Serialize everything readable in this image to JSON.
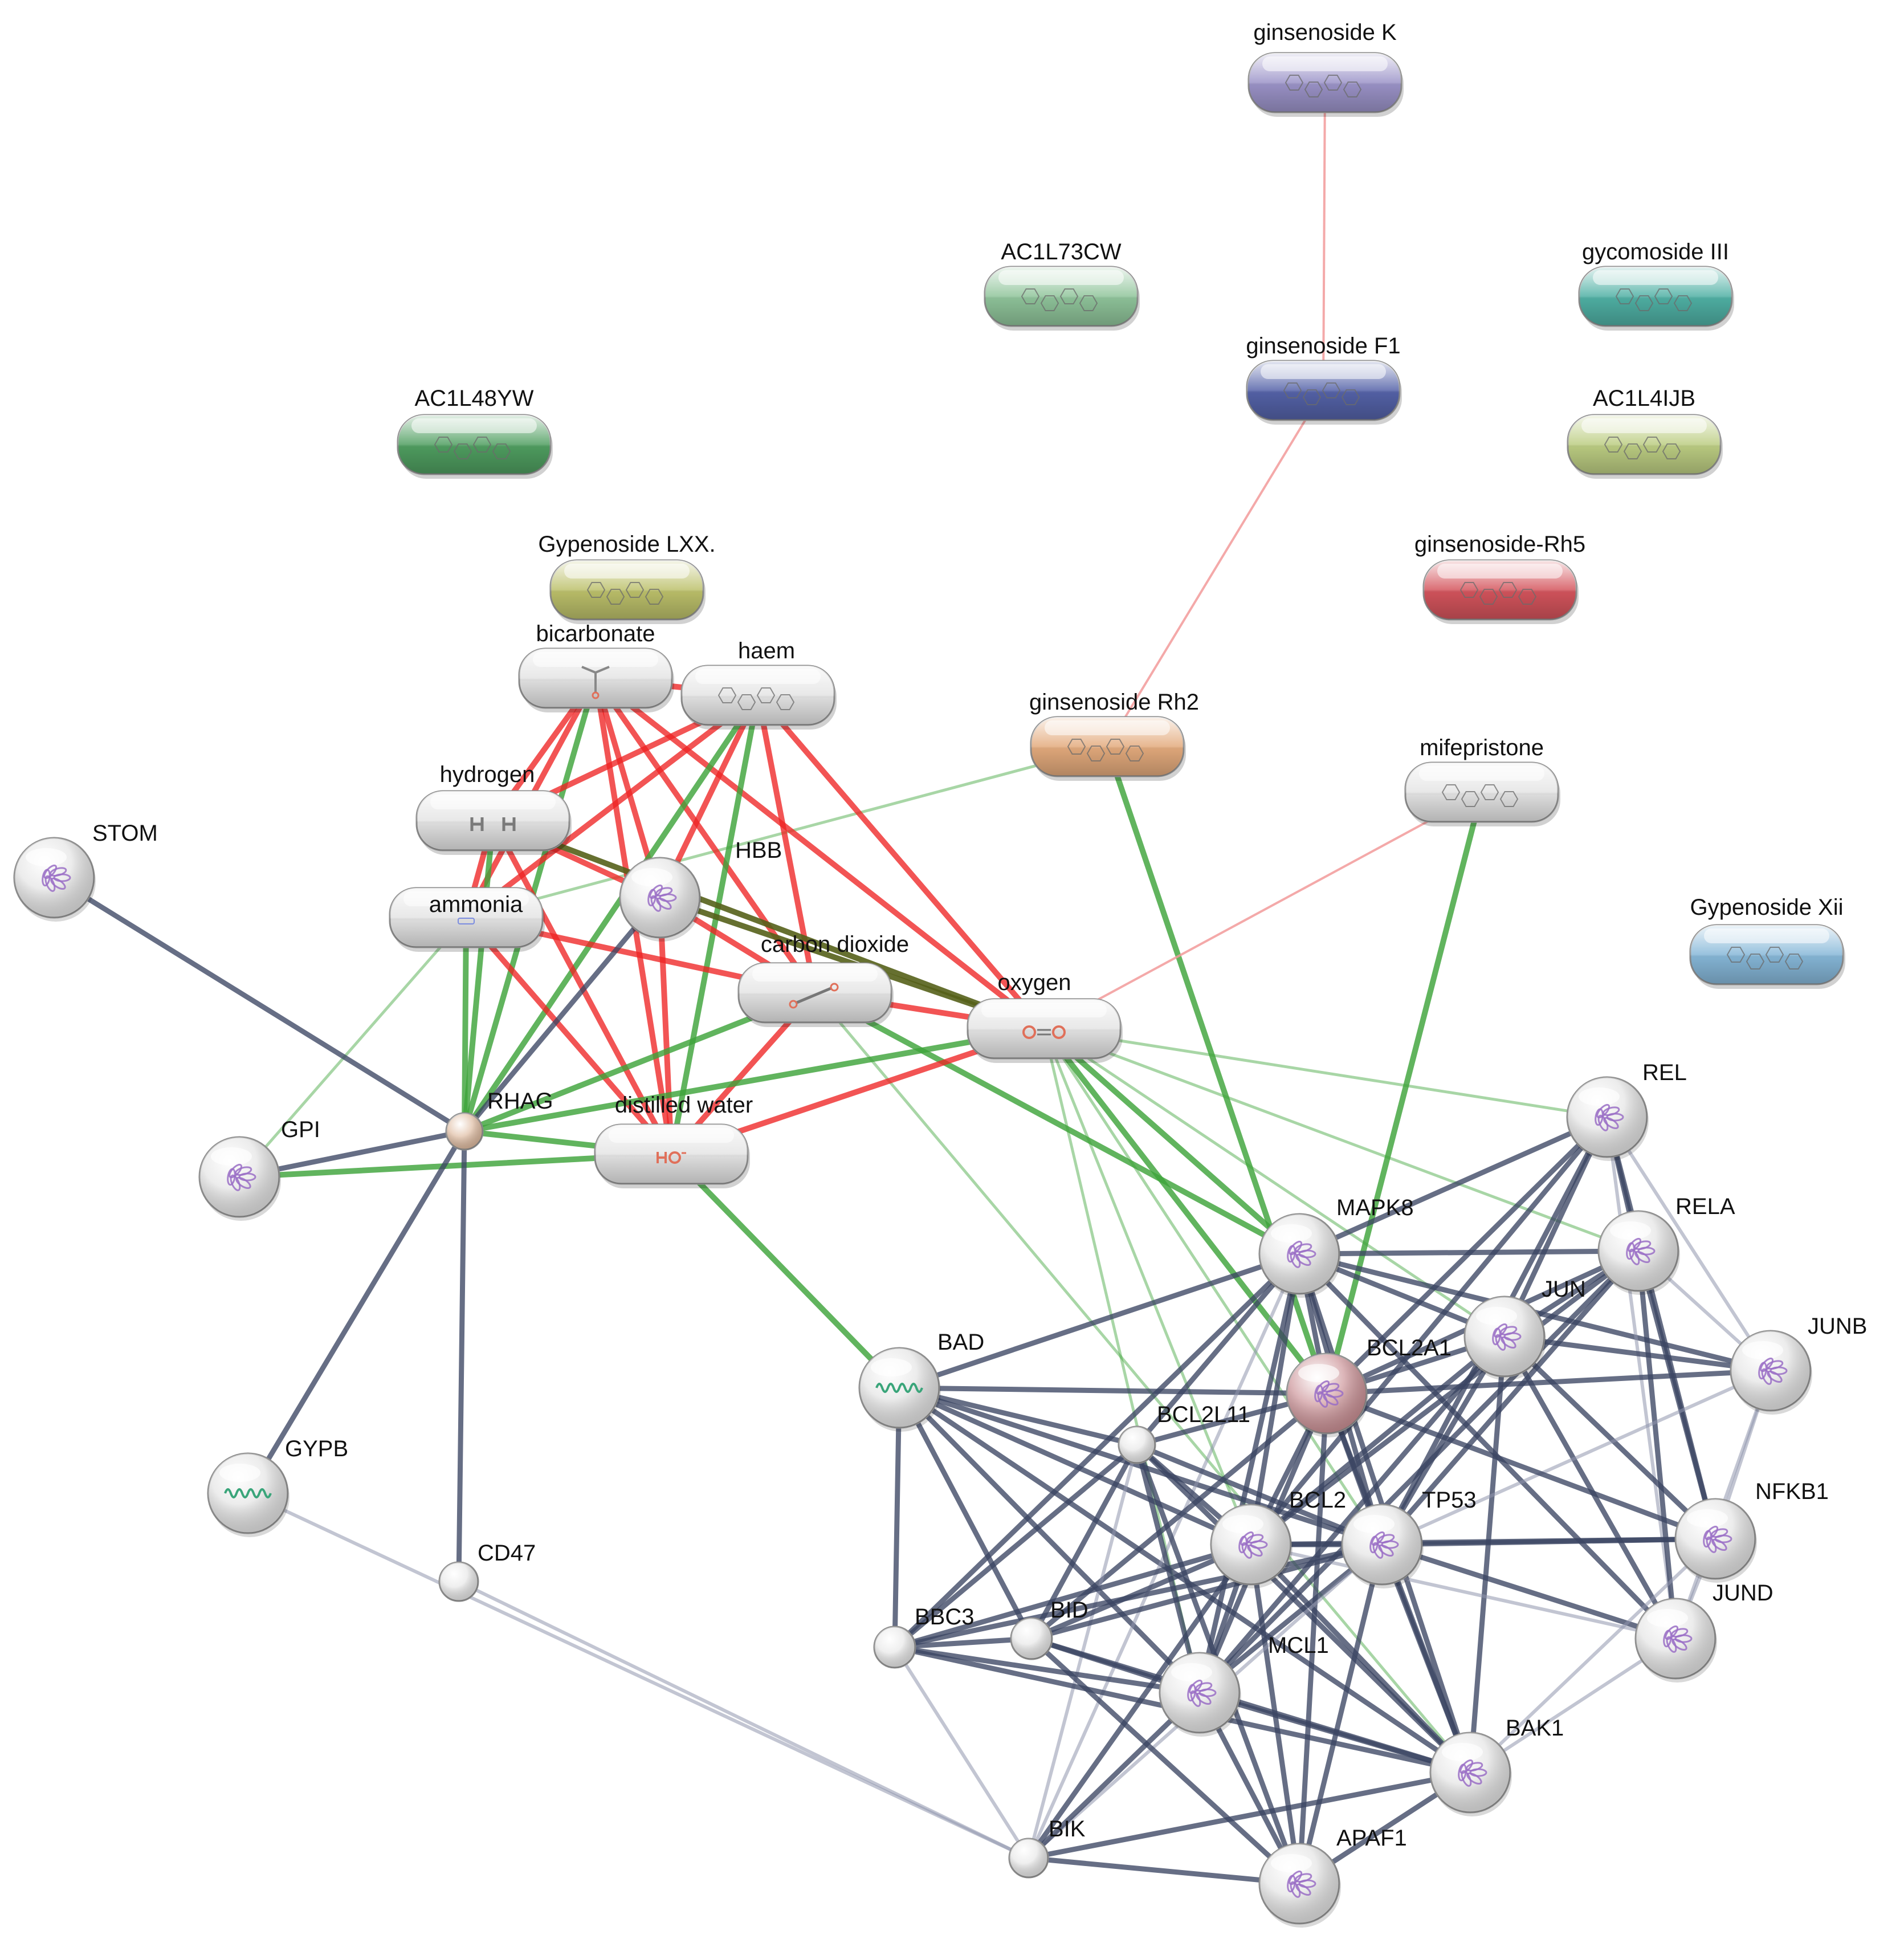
{
  "title": "",
  "colors": {
    "edge_protein": "#3b4563",
    "edge_protein_light": "#8f96ad",
    "edge_chem_green": "#3ea33a",
    "edge_chem_red": "#ee2424",
    "edge_chem_pink": "#f29a9a",
    "edge_olive": "#55601a"
  },
  "nodes": [
    {
      "id": "ginsenoside_k",
      "label": "ginsenoside K",
      "shape": "pill",
      "color": "#9b93c8",
      "icon": "chemical-structure-icon"
    },
    {
      "id": "ac1l73cw",
      "label": "AC1L73CW",
      "shape": "pill",
      "color": "#8fc49a",
      "icon": "chemical-structure-icon"
    },
    {
      "id": "gycomoside_iii",
      "label": "gycomoside III",
      "shape": "pill",
      "color": "#4fb0a4",
      "icon": "chemical-structure-icon"
    },
    {
      "id": "ginsenoside_f1",
      "label": "ginsenoside F1",
      "shape": "pill",
      "color": "#5462a8",
      "icon": "chemical-structure-icon"
    },
    {
      "id": "ac1l48yw",
      "label": "AC1L48YW",
      "shape": "pill",
      "color": "#4f9e60",
      "icon": "chemical-structure-icon"
    },
    {
      "id": "ac1l4ijb",
      "label": "AC1L4IJB",
      "shape": "pill",
      "color": "#bccd82",
      "icon": "chemical-structure-icon"
    },
    {
      "id": "gypenoside_lxx",
      "label": "Gypenoside LXX.",
      "shape": "pill",
      "color": "#bcc06a",
      "icon": "chemical-structure-icon"
    },
    {
      "id": "ginsenoside_rh5",
      "label": "ginsenoside-Rh5",
      "shape": "pill",
      "color": "#d4545c",
      "icon": "chemical-structure-icon"
    },
    {
      "id": "bicarbonate",
      "label": "bicarbonate",
      "shape": "pill",
      "color": "#e4e4e4",
      "icon": "bicarbonate-structure-icon"
    },
    {
      "id": "haem",
      "label": "haem",
      "shape": "pill",
      "color": "#e4e4e4",
      "icon": "chemical-structure-icon"
    },
    {
      "id": "ginsenoside_rh2",
      "label": "ginsenoside Rh2",
      "shape": "pill",
      "color": "#e3aa7c",
      "icon": "chemical-structure-icon"
    },
    {
      "id": "mifepristone",
      "label": "mifepristone",
      "shape": "pill",
      "color": "#e4e4e4",
      "icon": "chemical-structure-icon"
    },
    {
      "id": "hydrogen",
      "label": "hydrogen",
      "shape": "pill",
      "color": "#e4e4e4",
      "icon": "hydrogen-structure-icon"
    },
    {
      "id": "stom",
      "label": "STOM",
      "shape": "sphere",
      "color": "#e2e2e2",
      "icon": "protein-structure-icon"
    },
    {
      "id": "hbb",
      "label": "HBB",
      "shape": "sphere",
      "color": "#e2e2e2",
      "icon": "protein-structure-icon"
    },
    {
      "id": "ammonia",
      "label": "ammonia",
      "shape": "pill",
      "color": "#e4e4e4",
      "icon": "ammonia-structure-icon"
    },
    {
      "id": "carbon_dioxide",
      "label": "carbon dioxide",
      "shape": "pill",
      "color": "#e4e4e4",
      "icon": "co2-structure-icon"
    },
    {
      "id": "gypenoside_xii",
      "label": "Gypenoside Xii",
      "shape": "pill",
      "color": "#86b7d8",
      "icon": "chemical-structure-icon"
    },
    {
      "id": "oxygen",
      "label": "oxygen",
      "shape": "pill",
      "color": "#e4e4e4",
      "icon": "o2-structure-icon"
    },
    {
      "id": "rhag",
      "label": "RHAG",
      "shape": "small",
      "color": "#ddb89c",
      "icon": ""
    },
    {
      "id": "distilled_water",
      "label": "distilled water",
      "shape": "pill",
      "color": "#e4e4e4",
      "icon": "water-structure-icon"
    },
    {
      "id": "gpi",
      "label": "GPI",
      "shape": "sphere",
      "color": "#e2e2e2",
      "icon": "protein-structure-icon"
    },
    {
      "id": "rel",
      "label": "REL",
      "shape": "sphere",
      "color": "#e2e2e2",
      "icon": "protein-structure-icon"
    },
    {
      "id": "mapk8",
      "label": "MAPK8",
      "shape": "sphere",
      "color": "#e2e2e2",
      "icon": "protein-structure-icon"
    },
    {
      "id": "rela",
      "label": "RELA",
      "shape": "sphere",
      "color": "#e2e2e2",
      "icon": "protein-structure-icon"
    },
    {
      "id": "jun",
      "label": "JUN",
      "shape": "sphere",
      "color": "#e2e2e2",
      "icon": "protein-structure-icon"
    },
    {
      "id": "junb",
      "label": "JUNB",
      "shape": "sphere",
      "color": "#e2e2e2",
      "icon": "protein-structure-icon"
    },
    {
      "id": "bad",
      "label": "BAD",
      "shape": "sphere",
      "color": "#e2e2e2",
      "icon": "helix-structure-icon"
    },
    {
      "id": "bcl2a1",
      "label": "BCL2A1",
      "shape": "sphere",
      "color": "#c98d92",
      "icon": "protein-structure-icon"
    },
    {
      "id": "bcl2l11",
      "label": "BCL2L11",
      "shape": "small",
      "color": "#e6e6e6",
      "icon": ""
    },
    {
      "id": "gypb",
      "label": "GYPB",
      "shape": "sphere",
      "color": "#e2e2e2",
      "icon": "helix-structure-icon"
    },
    {
      "id": "nfkb1",
      "label": "NFKB1",
      "shape": "sphere",
      "color": "#e2e2e2",
      "icon": "protein-structure-icon"
    },
    {
      "id": "bcl2",
      "label": "BCL2",
      "shape": "sphere",
      "color": "#e2e2e2",
      "icon": "protein-structure-icon"
    },
    {
      "id": "tp53",
      "label": "TP53",
      "shape": "sphere",
      "color": "#e2e2e2",
      "icon": "protein-structure-icon"
    },
    {
      "id": "cd47",
      "label": "CD47",
      "shape": "small",
      "color": "#e6e6e6",
      "icon": ""
    },
    {
      "id": "jund",
      "label": "JUND",
      "shape": "sphere",
      "color": "#e2e2e2",
      "icon": "protein-structure-icon"
    },
    {
      "id": "bbc3",
      "label": "BBC3",
      "shape": "small",
      "color": "#e6e6e6",
      "icon": ""
    },
    {
      "id": "bid",
      "label": "BID",
      "shape": "small",
      "color": "#e6e6e6",
      "icon": ""
    },
    {
      "id": "mcl1",
      "label": "MCL1",
      "shape": "sphere",
      "color": "#e2e2e2",
      "icon": "protein-structure-icon"
    },
    {
      "id": "bak1",
      "label": "BAK1",
      "shape": "sphere",
      "color": "#e2e2e2",
      "icon": "protein-structure-icon"
    },
    {
      "id": "bik",
      "label": "BIK",
      "shape": "small",
      "color": "#e6e6e6",
      "icon": ""
    },
    {
      "id": "apaf1",
      "label": "APAF1",
      "shape": "sphere",
      "color": "#e2e2e2",
      "icon": "protein-structure-icon"
    }
  ],
  "edges": [
    [
      "ginsenoside_k",
      "ginsenoside_f1",
      "chem_pink"
    ],
    [
      "ginsenoside_f1",
      "ginsenoside_rh2",
      "chem_pink"
    ],
    [
      "ginsenoside_rh2",
      "ammonia",
      "chem_green_light"
    ],
    [
      "ginsenoside_rh2",
      "bcl2a1",
      "chem_green"
    ],
    [
      "mifepristone",
      "oxygen",
      "chem_pink"
    ],
    [
      "mifepristone",
      "bcl2a1",
      "chem_green"
    ],
    [
      "bicarbonate",
      "haem",
      "chem_red"
    ],
    [
      "bicarbonate",
      "hydrogen",
      "chem_red"
    ],
    [
      "bicarbonate",
      "ammonia",
      "chem_red"
    ],
    [
      "bicarbonate",
      "hbb",
      "chem_red"
    ],
    [
      "bicarbonate",
      "carbon_dioxide",
      "chem_red"
    ],
    [
      "bicarbonate",
      "distilled_water",
      "chem_red"
    ],
    [
      "bicarbonate",
      "oxygen",
      "chem_red"
    ],
    [
      "bicarbonate",
      "rhag",
      "chem_green"
    ],
    [
      "haem",
      "hydrogen",
      "chem_red"
    ],
    [
      "haem",
      "ammonia",
      "chem_red"
    ],
    [
      "haem",
      "hbb",
      "chem_red"
    ],
    [
      "haem",
      "carbon_dioxide",
      "chem_red"
    ],
    [
      "haem",
      "distilled_water",
      "chem_green"
    ],
    [
      "haem",
      "oxygen",
      "chem_red"
    ],
    [
      "haem",
      "rhag",
      "chem_green"
    ],
    [
      "hydrogen",
      "ammonia",
      "chem_red"
    ],
    [
      "hydrogen",
      "hbb",
      "chem_red"
    ],
    [
      "hydrogen",
      "oxygen",
      "olive"
    ],
    [
      "hydrogen",
      "distilled_water",
      "chem_red"
    ],
    [
      "hydrogen",
      "rhag",
      "chem_green"
    ],
    [
      "ammonia",
      "carbon_dioxide",
      "chem_red"
    ],
    [
      "ammonia",
      "rhag",
      "chem_green"
    ],
    [
      "ammonia",
      "distilled_water",
      "chem_red"
    ],
    [
      "ammonia",
      "gpi",
      "chem_green_light"
    ],
    [
      "hbb",
      "rhag",
      "protein"
    ],
    [
      "hbb",
      "carbon_dioxide",
      "chem_red"
    ],
    [
      "hbb",
      "oxygen",
      "olive"
    ],
    [
      "hbb",
      "distilled_water",
      "chem_red"
    ],
    [
      "carbon_dioxide",
      "oxygen",
      "chem_red"
    ],
    [
      "carbon_dioxide",
      "distilled_water",
      "chem_red"
    ],
    [
      "carbon_dioxide",
      "rhag",
      "chem_green"
    ],
    [
      "carbon_dioxide",
      "mapk8",
      "chem_green"
    ],
    [
      "carbon_dioxide",
      "bak1",
      "chem_green_light"
    ],
    [
      "oxygen",
      "distilled_water",
      "chem_red"
    ],
    [
      "oxygen",
      "rhag",
      "chem_green"
    ],
    [
      "oxygen",
      "mapk8",
      "chem_green"
    ],
    [
      "oxygen",
      "bcl2a1",
      "chem_green"
    ],
    [
      "oxygen",
      "bcl2",
      "chem_green_light"
    ],
    [
      "oxygen",
      "tp53",
      "chem_green_light"
    ],
    [
      "oxygen",
      "rel",
      "chem_green_light"
    ],
    [
      "oxygen",
      "rela",
      "chem_green_light"
    ],
    [
      "oxygen",
      "jun",
      "chem_green_light"
    ],
    [
      "oxygen",
      "mcl1",
      "chem_green_light"
    ],
    [
      "distilled_water",
      "rhag",
      "chem_green"
    ],
    [
      "distilled_water",
      "gpi",
      "chem_green"
    ],
    [
      "distilled_water",
      "bad",
      "chem_green"
    ],
    [
      "stom",
      "rhag",
      "protein"
    ],
    [
      "gpi",
      "rhag",
      "protein"
    ],
    [
      "rhag",
      "gypb",
      "protein"
    ],
    [
      "rhag",
      "cd47",
      "protein"
    ],
    [
      "gypb",
      "bik",
      "protein_light"
    ],
    [
      "cd47",
      "bik",
      "protein_light"
    ],
    [
      "bad",
      "mapk8",
      "protein"
    ],
    [
      "bad",
      "bcl2a1",
      "protein"
    ],
    [
      "bad",
      "bcl2l11",
      "protein"
    ],
    [
      "bad",
      "bcl2",
      "protein"
    ],
    [
      "bad",
      "tp53",
      "protein"
    ],
    [
      "bad",
      "bbc3",
      "protein"
    ],
    [
      "bad",
      "bid",
      "protein"
    ],
    [
      "bad",
      "mcl1",
      "protein"
    ],
    [
      "bad",
      "bak1",
      "protein"
    ],
    [
      "mapk8",
      "rel",
      "protein"
    ],
    [
      "mapk8",
      "rela",
      "protein"
    ],
    [
      "mapk8",
      "jun",
      "protein"
    ],
    [
      "mapk8",
      "junb",
      "protein"
    ],
    [
      "mapk8",
      "bcl2a1",
      "protein"
    ],
    [
      "mapk8",
      "bcl2l11",
      "protein"
    ],
    [
      "mapk8",
      "bcl2",
      "protein"
    ],
    [
      "mapk8",
      "tp53",
      "protein"
    ],
    [
      "mapk8",
      "mcl1",
      "protein"
    ],
    [
      "mapk8",
      "bbc3",
      "protein"
    ],
    [
      "mapk8",
      "jund",
      "protein"
    ],
    [
      "mapk8",
      "bak1",
      "protein"
    ],
    [
      "mapk8",
      "bik",
      "protein_light"
    ],
    [
      "rel",
      "rela",
      "protein"
    ],
    [
      "rel",
      "jun",
      "protein"
    ],
    [
      "rel",
      "bcl2a1",
      "protein"
    ],
    [
      "rel",
      "bcl2",
      "protein"
    ],
    [
      "rel",
      "tp53",
      "protein"
    ],
    [
      "rel",
      "nfkb1",
      "protein"
    ],
    [
      "rel",
      "junb",
      "protein_light"
    ],
    [
      "rel",
      "jund",
      "protein_light"
    ],
    [
      "rela",
      "jun",
      "protein"
    ],
    [
      "rela",
      "bcl2a1",
      "protein"
    ],
    [
      "rela",
      "bcl2",
      "protein"
    ],
    [
      "rela",
      "tp53",
      "protein"
    ],
    [
      "rela",
      "nfkb1",
      "protein"
    ],
    [
      "rela",
      "junb",
      "protein_light"
    ],
    [
      "rela",
      "jund",
      "protein"
    ],
    [
      "rela",
      "mcl1",
      "protein"
    ],
    [
      "jun",
      "junb",
      "protein"
    ],
    [
      "jun",
      "bcl2a1",
      "protein"
    ],
    [
      "jun",
      "bcl2",
      "protein"
    ],
    [
      "jun",
      "tp53",
      "protein"
    ],
    [
      "jun",
      "nfkb1",
      "protein"
    ],
    [
      "jun",
      "jund",
      "protein"
    ],
    [
      "jun",
      "bak1",
      "protein"
    ],
    [
      "jun",
      "mcl1",
      "protein"
    ],
    [
      "junb",
      "bcl2a1",
      "protein"
    ],
    [
      "junb",
      "nfkb1",
      "protein_light"
    ],
    [
      "junb",
      "jund",
      "protein_light"
    ],
    [
      "junb",
      "tp53",
      "protein_light"
    ],
    [
      "bcl2a1",
      "bcl2",
      "protein"
    ],
    [
      "bcl2a1",
      "tp53",
      "protein"
    ],
    [
      "bcl2a1",
      "nfkb1",
      "protein"
    ],
    [
      "bcl2a1",
      "mcl1",
      "protein"
    ],
    [
      "bcl2a1",
      "bak1",
      "protein"
    ],
    [
      "bcl2a1",
      "apaf1",
      "protein"
    ],
    [
      "bcl2a1",
      "bid",
      "protein"
    ],
    [
      "bcl2a1",
      "bcl2l11",
      "protein"
    ],
    [
      "bcl2l11",
      "bcl2",
      "protein"
    ],
    [
      "bcl2l11",
      "tp53",
      "protein"
    ],
    [
      "bcl2l11",
      "mcl1",
      "protein"
    ],
    [
      "bcl2l11",
      "bak1",
      "protein"
    ],
    [
      "bcl2l11",
      "bbc3",
      "protein"
    ],
    [
      "bcl2l11",
      "bid",
      "protein"
    ],
    [
      "bcl2l11",
      "apaf1",
      "protein"
    ],
    [
      "bcl2l11",
      "bik",
      "protein_light"
    ],
    [
      "bcl2",
      "tp53",
      "protein"
    ],
    [
      "bcl2",
      "mcl1",
      "protein"
    ],
    [
      "bcl2",
      "bak1",
      "protein"
    ],
    [
      "bcl2",
      "apaf1",
      "protein"
    ],
    [
      "bcl2",
      "bbc3",
      "protein"
    ],
    [
      "bcl2",
      "bid",
      "protein"
    ],
    [
      "bcl2",
      "bik",
      "protein"
    ],
    [
      "bcl2",
      "nfkb1",
      "protein"
    ],
    [
      "bcl2",
      "jund",
      "protein_light"
    ],
    [
      "tp53",
      "mcl1",
      "protein"
    ],
    [
      "tp53",
      "bak1",
      "protein"
    ],
    [
      "tp53",
      "apaf1",
      "protein"
    ],
    [
      "tp53",
      "bbc3",
      "protein"
    ],
    [
      "tp53",
      "bid",
      "protein"
    ],
    [
      "tp53",
      "nfkb1",
      "protein"
    ],
    [
      "tp53",
      "jund",
      "protein"
    ],
    [
      "tp53",
      "bik",
      "protein_light"
    ],
    [
      "mcl1",
      "bak1",
      "protein"
    ],
    [
      "mcl1",
      "apaf1",
      "protein"
    ],
    [
      "mcl1",
      "bbc3",
      "protein"
    ],
    [
      "mcl1",
      "bid",
      "protein"
    ],
    [
      "mcl1",
      "bik",
      "protein"
    ],
    [
      "nfkb1",
      "jund",
      "protein_light"
    ],
    [
      "nfkb1",
      "bak1",
      "protein_light"
    ],
    [
      "jund",
      "bak1",
      "protein_light"
    ],
    [
      "bbc3",
      "bid",
      "protein"
    ],
    [
      "bbc3",
      "bik",
      "protein_light"
    ],
    [
      "bbc3",
      "bak1",
      "protein"
    ],
    [
      "bid",
      "bak1",
      "protein"
    ],
    [
      "bid",
      "apaf1",
      "protein"
    ],
    [
      "bak1",
      "apaf1",
      "protein"
    ],
    [
      "bak1",
      "bik",
      "protein"
    ],
    [
      "bik",
      "apaf1",
      "protein"
    ]
  ]
}
